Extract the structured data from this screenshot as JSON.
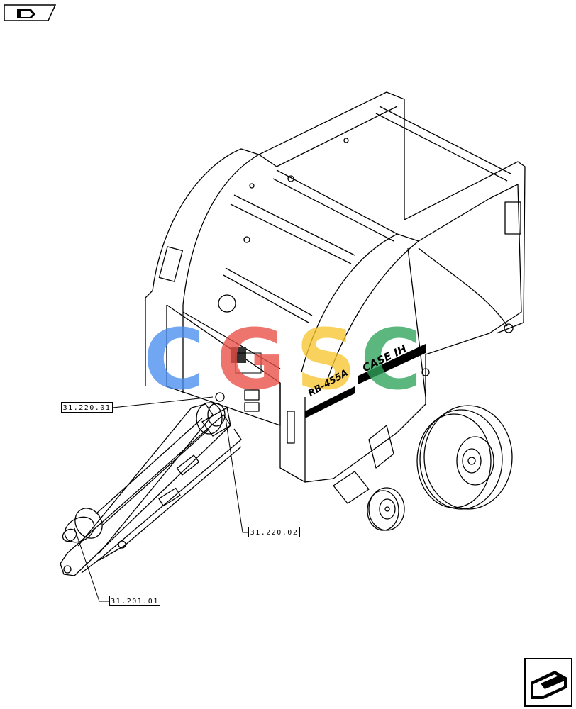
{
  "callouts": [
    {
      "id": "callout-31-220-01",
      "text": "31.220.01"
    },
    {
      "id": "callout-31-220-02",
      "text": "31.220.02"
    },
    {
      "id": "callout-31-201-01",
      "text": "31.201.01"
    }
  ],
  "watermark": {
    "letters": [
      "C",
      "G",
      "S",
      "C"
    ],
    "colors": [
      "#4a8ef0",
      "#ea4f45",
      "#f7c62f",
      "#2fa45c"
    ]
  },
  "decals": {
    "model": "RB-455A",
    "brand": "CASE IH"
  },
  "icons": {
    "top_left": "parts-catalog-flag-icon",
    "bottom_right": "next-page-arrow-icon"
  }
}
